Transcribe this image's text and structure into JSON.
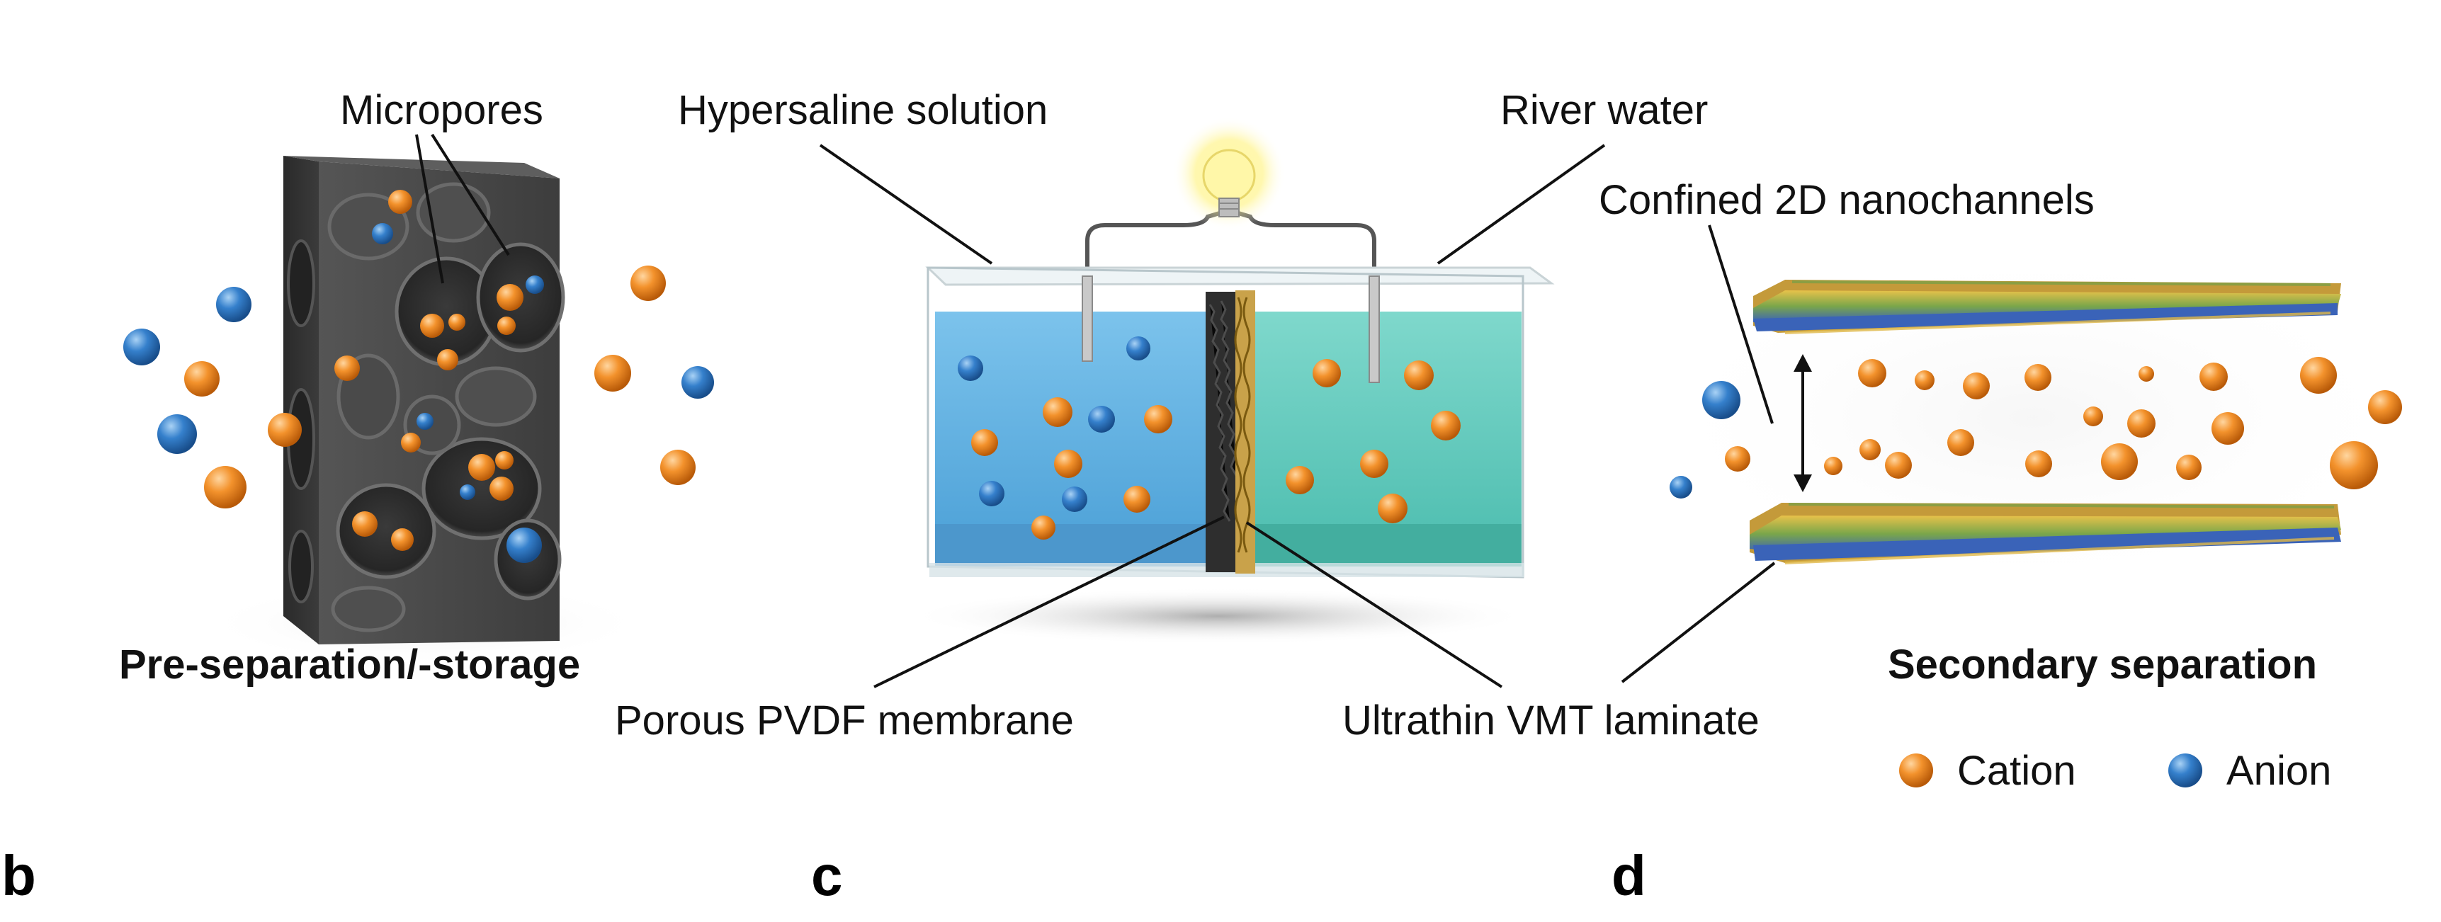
{
  "labels": {
    "micropores": "Micropores",
    "hypersaline": "Hypersaline solution",
    "river_water": "River water",
    "confined": "Confined 2D nanochannels",
    "pre_separation": "Pre-separation/-storage",
    "porous_pvdf": "Porous PVDF membrane",
    "ultrathin_vmt": "Ultrathin VMT laminate",
    "secondary": "Secondary separation"
  },
  "legend": {
    "cation": "Cation",
    "anion": "Anion"
  },
  "panels": {
    "b": "b",
    "c": "c",
    "d": "d"
  },
  "colors": {
    "cation": "#f08a24",
    "anion": "#2f78c4",
    "block": "#454545",
    "hypersaline_water": "#5aaee2",
    "river_water": "#5cc9bd",
    "vmt_layer": "#3a63b8"
  },
  "icons": {
    "bulb": "light-bulb-icon"
  }
}
